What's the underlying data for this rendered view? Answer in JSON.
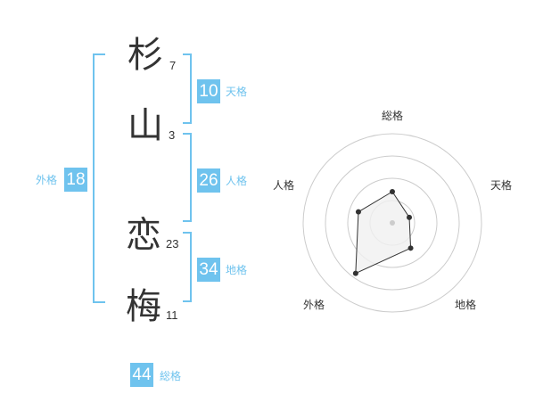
{
  "name_chars": [
    {
      "char": "杉",
      "strokes": "7"
    },
    {
      "char": "山",
      "strokes": "3"
    },
    {
      "char": "恋",
      "strokes": "23"
    },
    {
      "char": "梅",
      "strokes": "11"
    }
  ],
  "scores": {
    "tenkaku": {
      "value": "10",
      "label": "天格"
    },
    "jinkaku": {
      "value": "26",
      "label": "人格"
    },
    "chikaku": {
      "value": "34",
      "label": "地格"
    },
    "gaikaku": {
      "value": "18",
      "label": "外格"
    },
    "soukaku": {
      "value": "44",
      "label": "総格"
    }
  },
  "radar": {
    "axes": [
      "総格",
      "天格",
      "地格",
      "外格",
      "人格"
    ],
    "values": [
      0.35,
      0.2,
      0.35,
      0.7,
      0.4
    ],
    "line_color": "#333333",
    "fill_color": "#f0f0f0",
    "ring_color": "#cccccc",
    "center_color": "#cccccc"
  },
  "colors": {
    "accent": "#6fc3ee",
    "text": "#333333"
  }
}
